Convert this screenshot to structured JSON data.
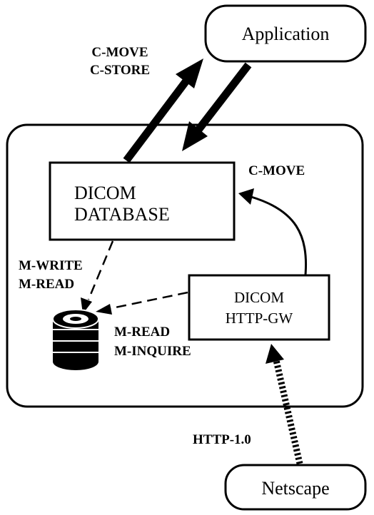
{
  "nodes": {
    "application": {
      "label": "Application"
    },
    "dicom_database": {
      "line1": "DICOM",
      "line2": "DATABASE"
    },
    "dicom_http_gw": {
      "line1": "DICOM",
      "line2": "HTTP-GW"
    },
    "netscape": {
      "label": "Netscape"
    },
    "disk_storage": {
      "icon": "database-cylinder-icon"
    }
  },
  "edges": {
    "db_to_app": {
      "line1": "C-MOVE",
      "line2": "C-STORE"
    },
    "gw_to_db": {
      "label": "C-MOVE"
    },
    "db_to_disk": {
      "line1": "M-WRITE",
      "line2": "M-READ"
    },
    "gw_to_disk": {
      "line1": "M-READ",
      "line2": "M-INQUIRE"
    },
    "netscape_to_gw": {
      "label": "HTTP-1.0"
    }
  },
  "colors": {
    "ink": "#000000",
    "background": "#ffffff"
  }
}
